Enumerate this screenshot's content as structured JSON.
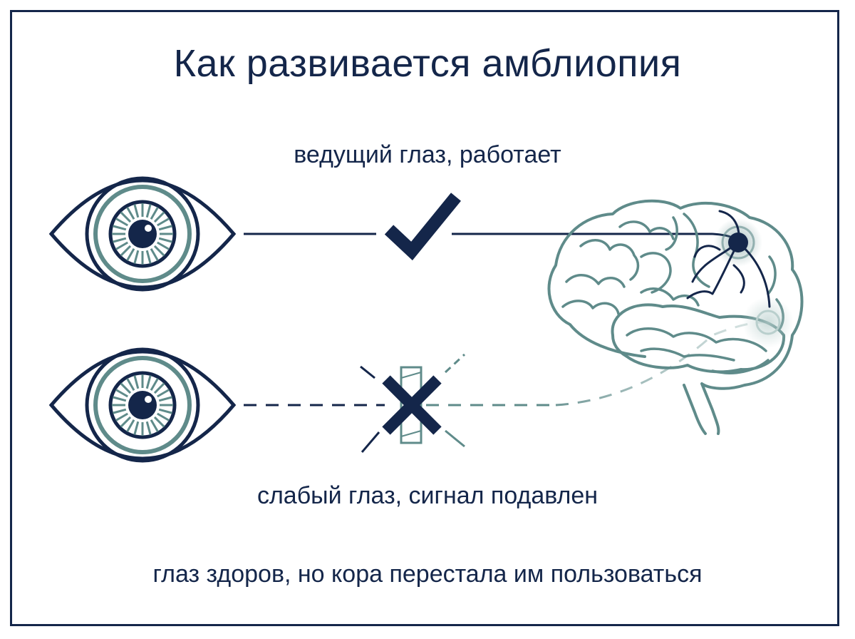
{
  "title": "Как развивается амблиопия",
  "labels": {
    "top": "ведущий глаз, работает",
    "bottom": "слабый глаз, сигнал подавлен",
    "footer": "глаз здоров, но кора перестала им пользоваться"
  },
  "colors": {
    "navy": "#14264a",
    "teal": "#5f8b8a",
    "teal_light": "#b9cfcd",
    "background": "#ffffff"
  },
  "icons": {
    "top_eye": "eye-icon",
    "bottom_eye": "eye-icon",
    "check": "checkmark-icon",
    "cross": "cross-icon",
    "brain": "brain-icon"
  }
}
